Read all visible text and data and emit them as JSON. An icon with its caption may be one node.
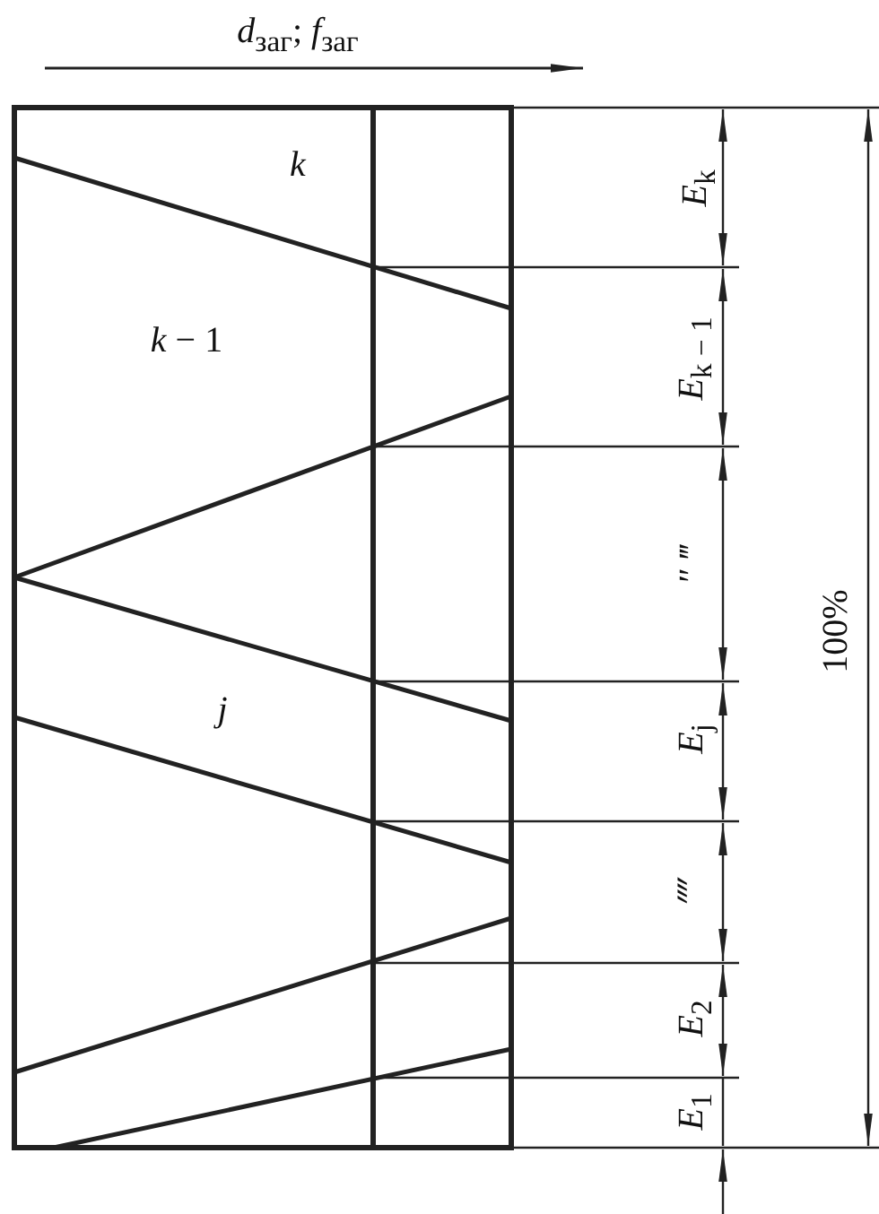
{
  "diagram": {
    "labels": [
      "*d*$_{заг}$;  *f*$_{заг}$",
      "*k*",
      "*k* − 1",
      "*j*",
      "*E*$_{k}$",
      "*E*$_{k − 1}$",
      "″ ‴",
      "*E*$_{j}$",
      "⁗",
      "*E*$_{2}$",
      "*E*$_{1}$",
      "100%"
    ]
  }
}
